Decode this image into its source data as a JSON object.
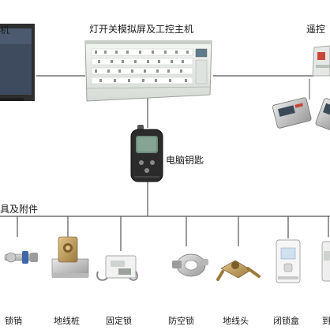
{
  "labels": {
    "computer": "机",
    "simulation_screen": "灯开关模拟屏及工控主机",
    "remote_control": "遥控",
    "computer_key": "电脑钥匙",
    "tools_section": "具及附件"
  },
  "devices": [
    {
      "name": "锁销"
    },
    {
      "name": "地线桩"
    },
    {
      "name": "固定锁"
    },
    {
      "name": "防空锁"
    },
    {
      "name": "地线头"
    },
    {
      "name": "闭锁盒"
    },
    {
      "name": "到"
    }
  ],
  "colors": {
    "line": "#555555",
    "panel": "#e9ece9",
    "panel_edge": "#9aa29a",
    "accent_red": "#c8463c",
    "key_body": "#2b2b2b"
  }
}
